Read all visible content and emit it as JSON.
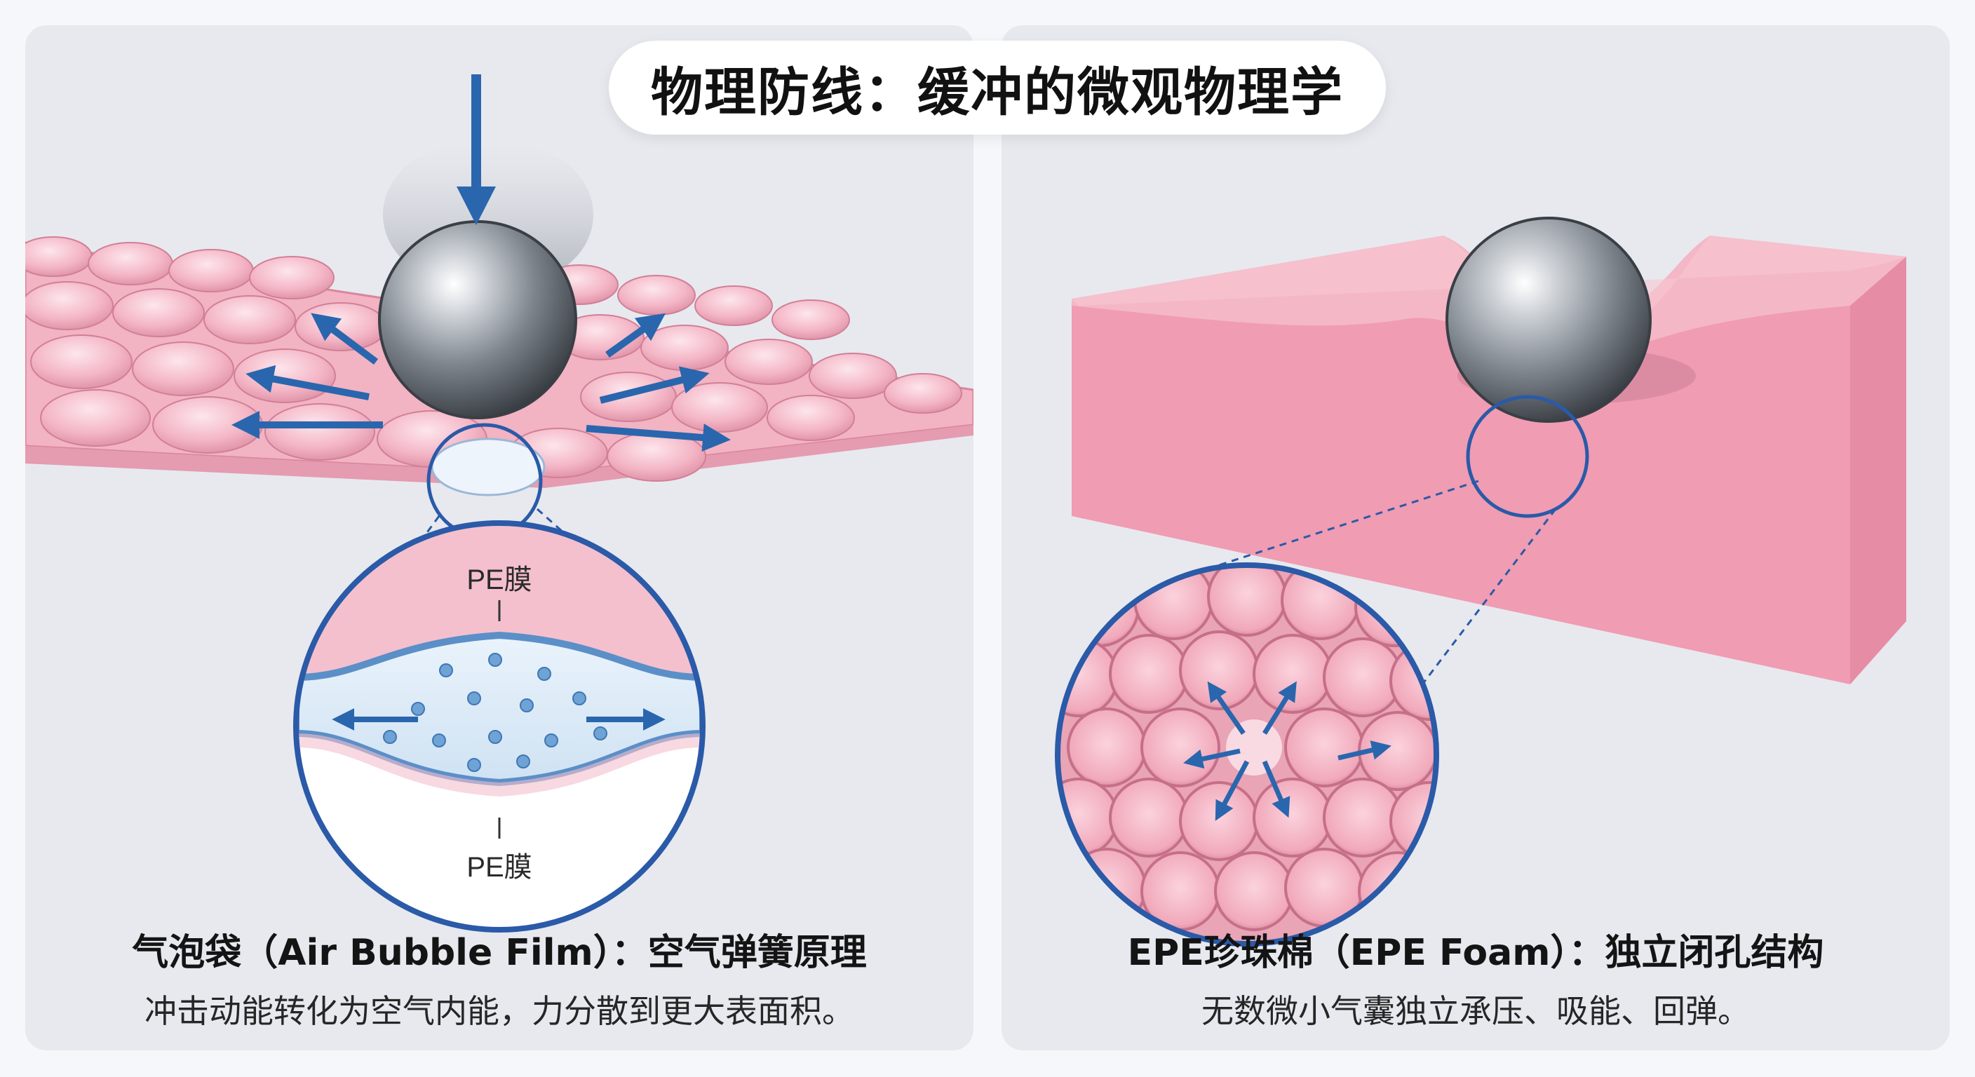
{
  "title": "物理防线：缓冲的微观物理学",
  "left_panel": {
    "heading": "气泡袋（Air Bubble Film）：空气弹簧原理",
    "description": "冲击动能转化为空气内能，力分散到更大表面积。",
    "top_film_label": "PE膜",
    "bottom_film_label": "PE膜"
  },
  "right_panel": {
    "heading": "EPE珍珠棉（EPE Foam）：独立闭孔结构",
    "description": "无数微小气囊独立承压、吸能、回弹。"
  },
  "colors": {
    "background": "#e7e9ef",
    "pink": "#f2b3c3",
    "pink_dark": "#d9869c",
    "arrow_blue": "#2a66ad",
    "circle_blue": "#2a5aa8",
    "steel": "#8a9098"
  }
}
